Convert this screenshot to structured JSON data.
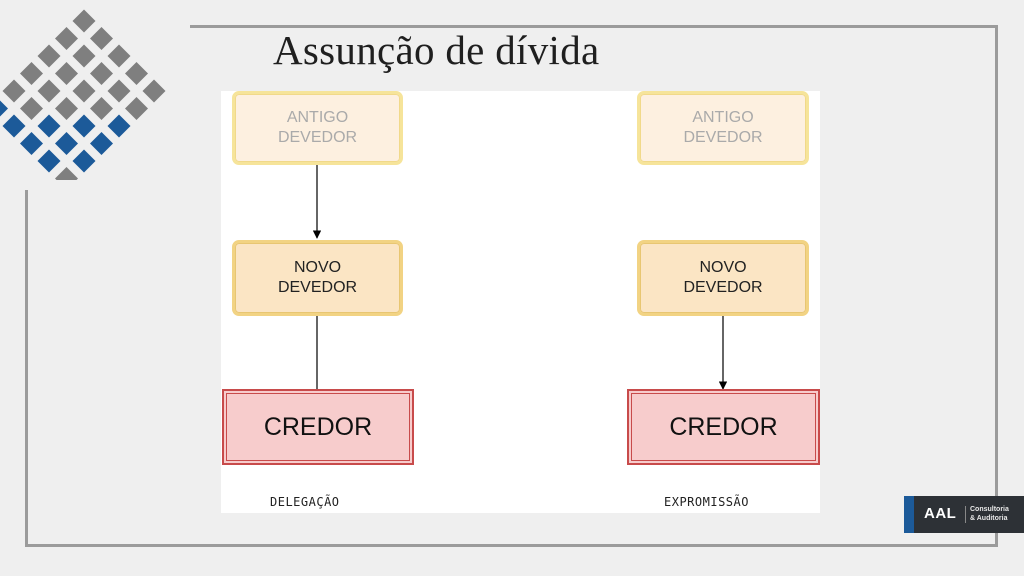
{
  "slide": {
    "title": "Assunção de dívida"
  },
  "diagram": {
    "left": {
      "top_node": "ANTIGO DEVEDOR",
      "middle_node": "NOVO DEVEDOR",
      "bottom_node": "CREDOR",
      "caption": "DELEGAÇÃO"
    },
    "right": {
      "top_node": "ANTIGO DEVEDOR",
      "middle_node": "NOVO DEVEDOR",
      "bottom_node": "CREDOR",
      "caption": "EXPROMISSÃO"
    }
  },
  "brand": {
    "name": "AAL",
    "tagline_line1": "Consultoria",
    "tagline_line2": "& Auditoria"
  },
  "colors": {
    "logo_gray": "#7f7f7f",
    "logo_blue": "#1c5a99",
    "credor_fill": "#f7cccc",
    "credor_border": "#c84b4b",
    "devedor_fill": "#fbe5c4",
    "devedor_border": "#f2d383"
  }
}
